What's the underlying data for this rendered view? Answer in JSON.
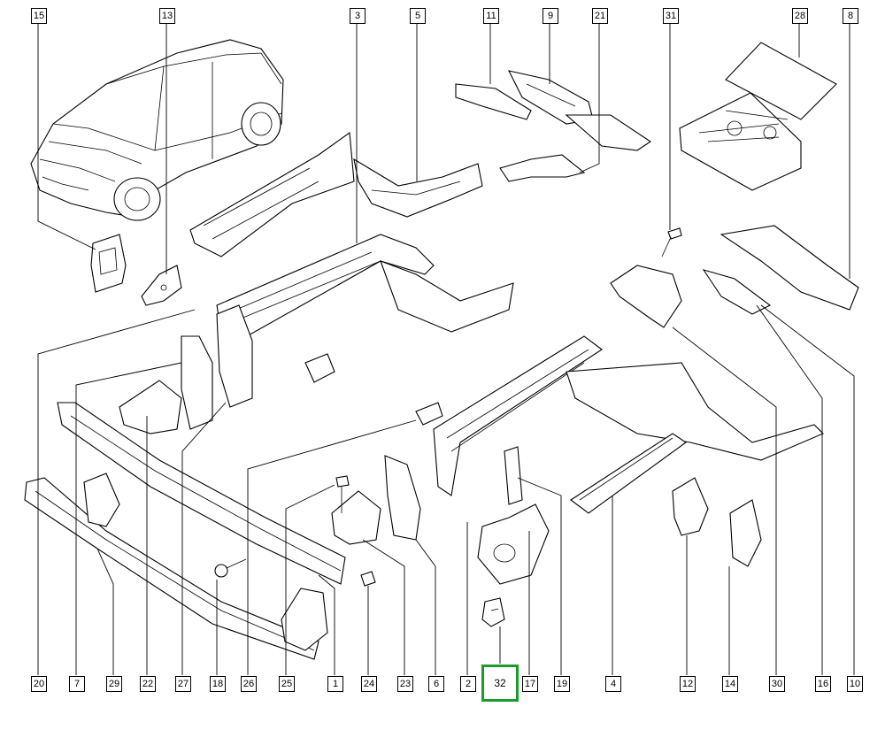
{
  "diagram": {
    "highlight_color": "#1a9b2b",
    "highlighted_part": "32",
    "callouts_top": [
      "15",
      "13",
      "3",
      "5",
      "11",
      "9",
      "21",
      "31",
      "28",
      "8"
    ],
    "callouts_bottom": [
      "20",
      "7",
      "29",
      "22",
      "27",
      "18",
      "26",
      "25",
      "1",
      "24",
      "23",
      "6",
      "2",
      "32",
      "17",
      "19",
      "4",
      "12",
      "14",
      "30",
      "16",
      "10"
    ]
  }
}
